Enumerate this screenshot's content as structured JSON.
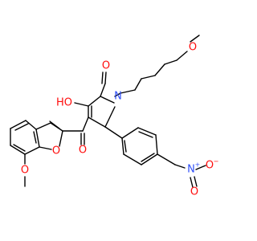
{
  "colors": {
    "bond": "#000000",
    "carbon": "#000000",
    "oxygen": "#ff0d0d",
    "nitrogen": "#3050f8",
    "background": "#ffffff"
  },
  "atoms": {
    "o_methoxy_propyl": "O",
    "o_carbonyl_ring": "O",
    "n_ring": "N",
    "o_hydroxy": "HO",
    "o_ketone": "O",
    "o_furan": "O",
    "o_methoxy_aryl": "O",
    "n_nitro": "N",
    "n_nitro_charge": "+",
    "o_nitro_minus": "O",
    "o_nitro_minus_charge": "−",
    "o_nitro": "O"
  }
}
